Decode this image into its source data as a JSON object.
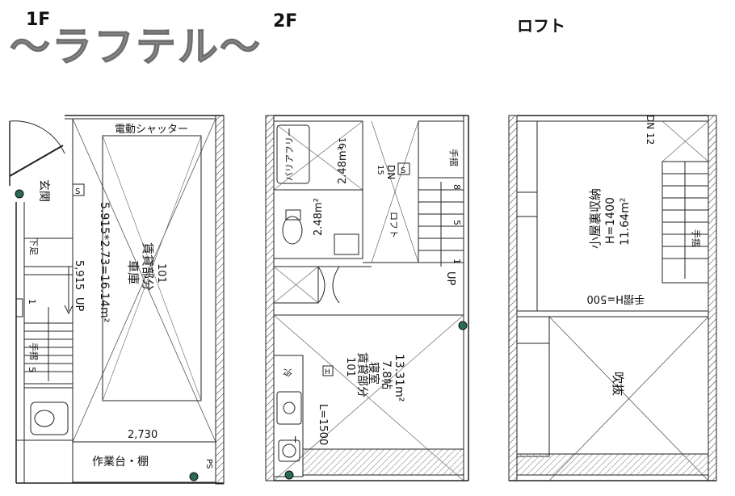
{
  "headers": {
    "floor1": "1F",
    "floor2": "2F",
    "loft": "ロフト"
  },
  "title": "〜ラフテル〜",
  "floor1": {
    "shutter": "電動シャッター",
    "unit": "101",
    "rental": "賃貸部分",
    "garage": "車庫",
    "area_calc": "5.915*2.73=16.14m²",
    "height": "5,915",
    "up": "UP",
    "entrance": "玄関",
    "shoe_box": "下足",
    "handrail": "手摺",
    "step_top": "1",
    "step_bottom": "5",
    "width": "2,730",
    "workbench": "作業台・棚",
    "s_mark": "S",
    "ps": "PS"
  },
  "floor2": {
    "barrier_free": "バリアフリー",
    "bath_area": "2.48m²",
    "bath_no": "16",
    "toilet_area": "2.48m²",
    "loft_label": "ロフト",
    "dn_no": "15",
    "dn": "DN",
    "stair_8": "8",
    "stair_5": "5",
    "stair_1": "1",
    "up": "UP",
    "handrail": "手摺",
    "s_mark": "S",
    "unit": "101",
    "rental": "賃貸部分",
    "bedroom": "寝室",
    "tatami": "7.8帖",
    "area": "13.31m²",
    "h_mark": "H",
    "fridge": "冷",
    "counter": "L=1500",
    "washer": "I"
  },
  "loft": {
    "storage": "小屋裏収納",
    "height": "H=1400",
    "area": "11.64m²",
    "dn": "DN 12",
    "handrail_side": "手摺",
    "handrail_bottom": "手摺H=500",
    "void": "吹抜"
  }
}
